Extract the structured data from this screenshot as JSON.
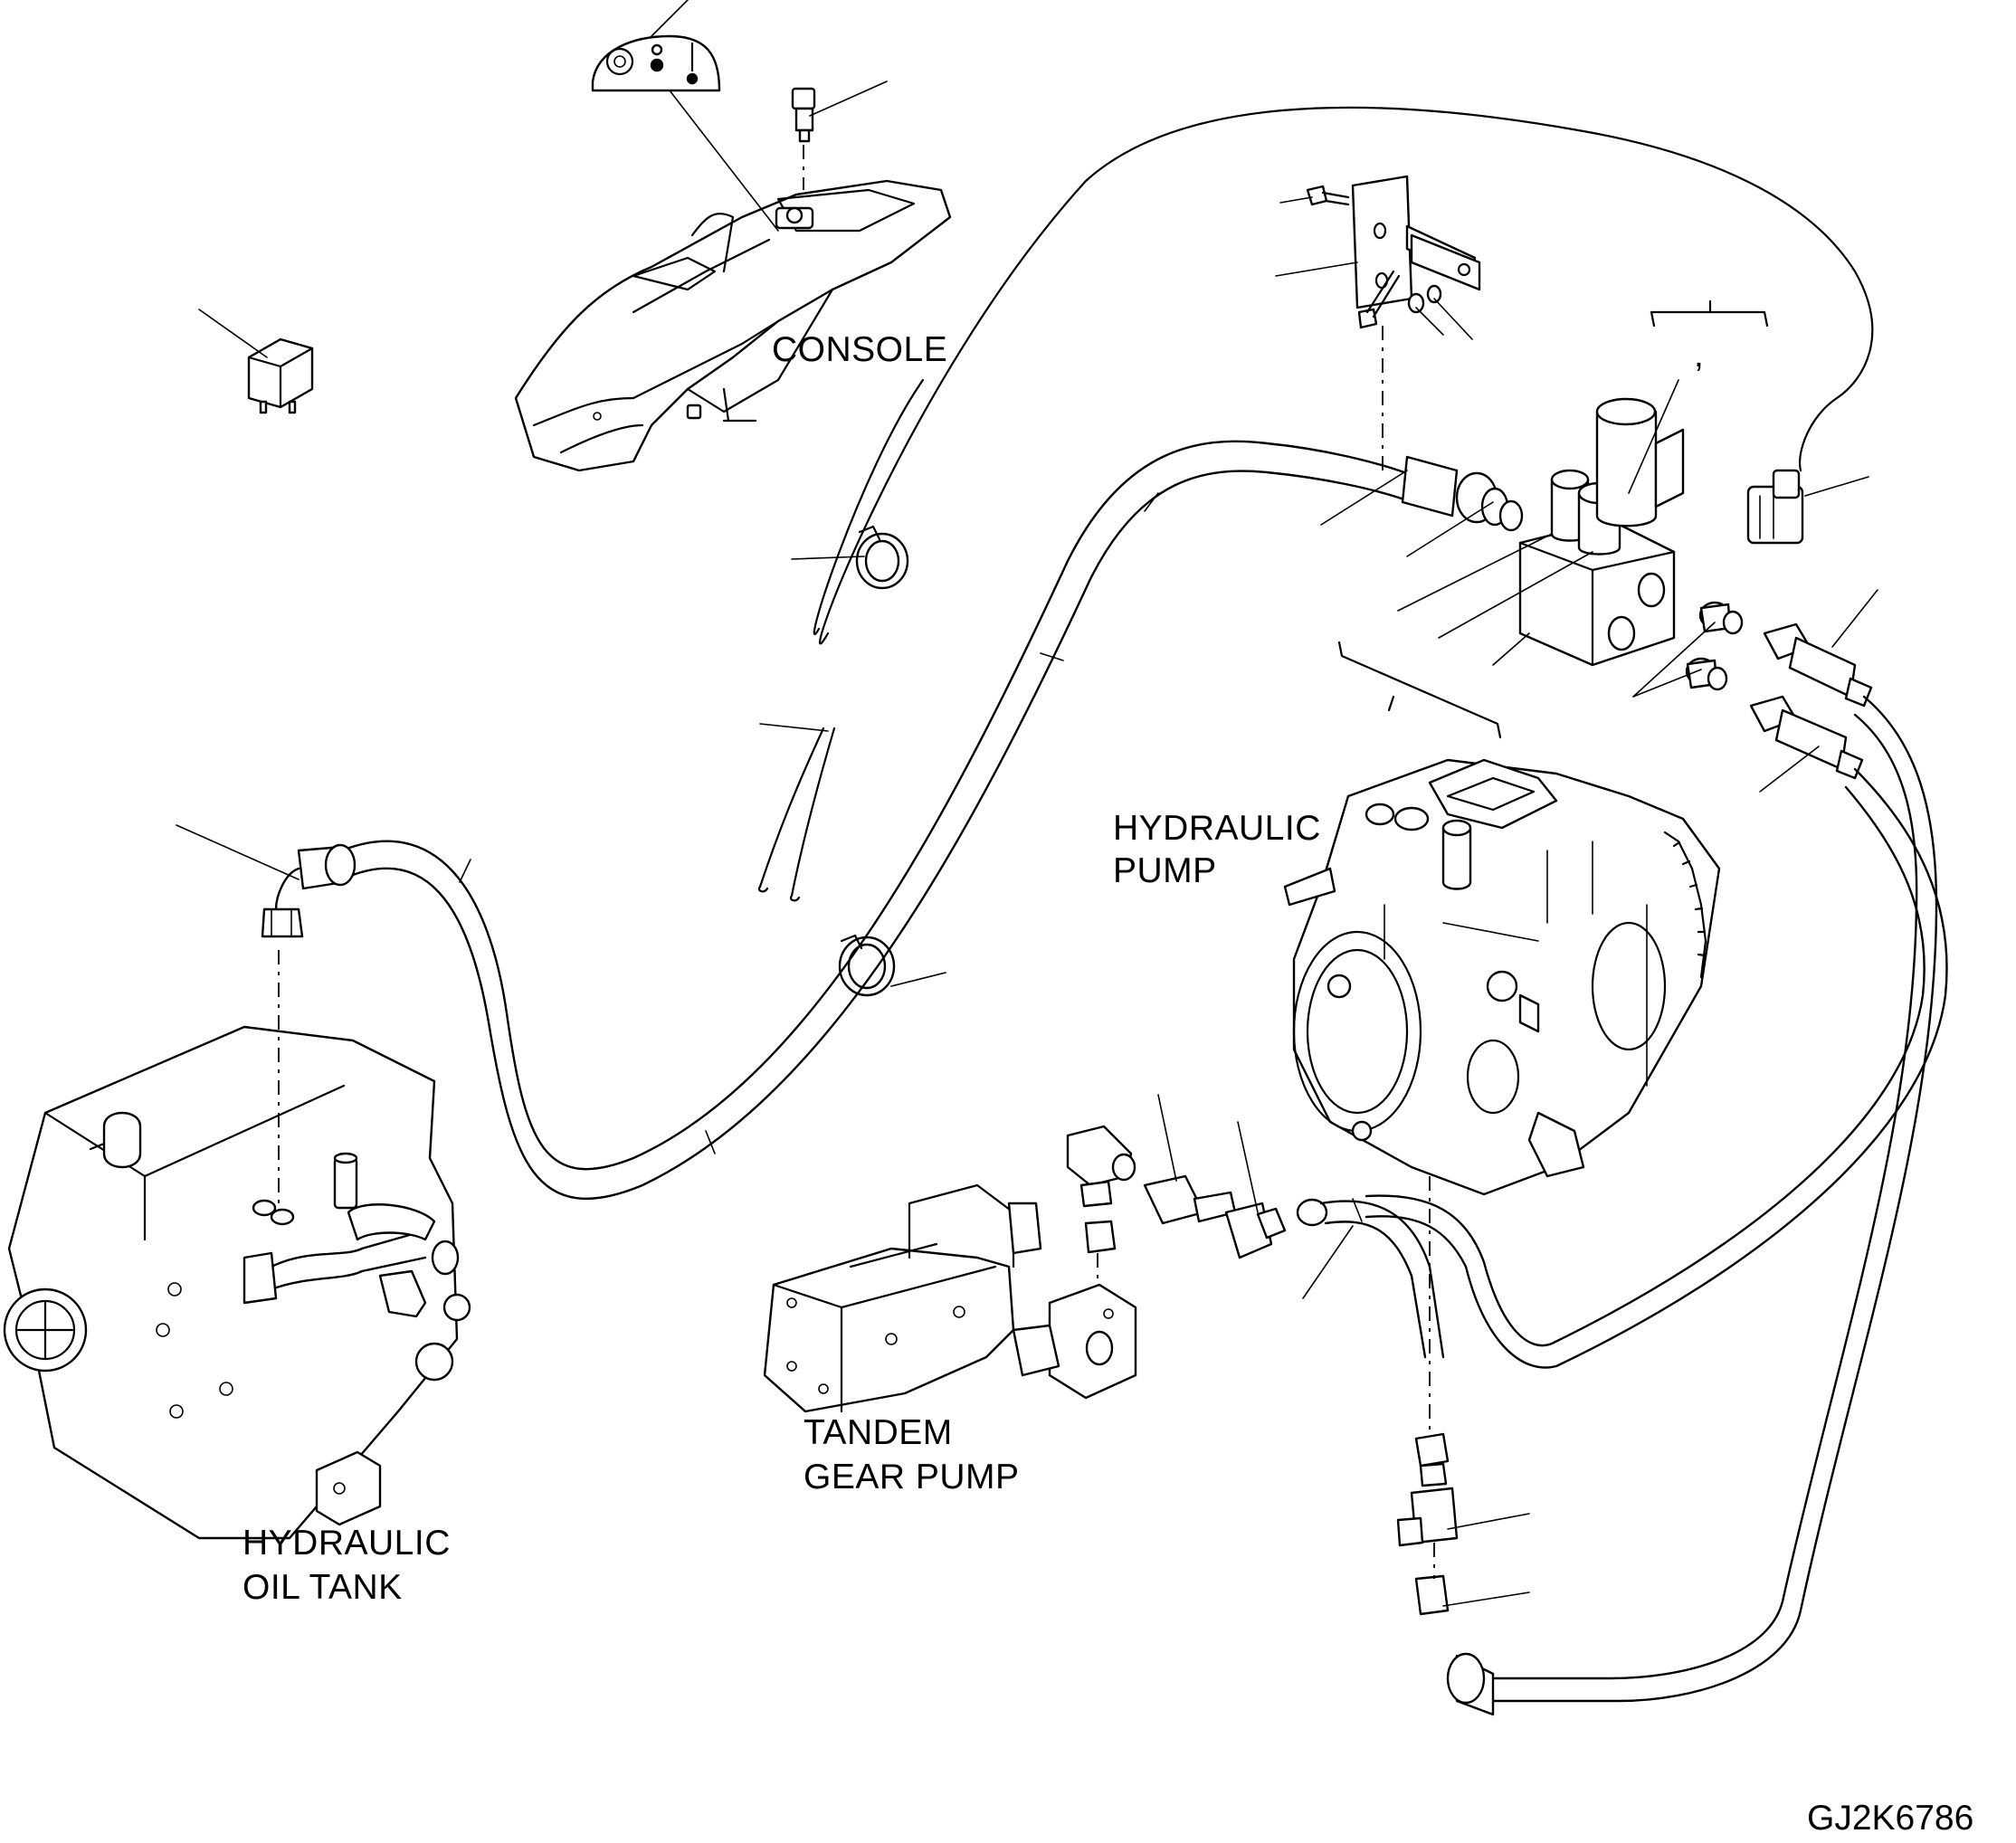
{
  "labels": {
    "console": "CONSOLE",
    "hydraulic_pump_line1": "HYDRAULIC",
    "hydraulic_pump_line2": "PUMP",
    "tandem_gear_pump_line1": "TANDEM",
    "tandem_gear_pump_line2": "GEAR PUMP",
    "hydraulic_oil_tank_line1": "HYDRAULIC",
    "hydraulic_oil_tank_line2": "OIL TANK",
    "comma_mark": ",",
    "drawing_code": "GJ2K6786"
  },
  "colors": {
    "ink": "#000000",
    "paper": "#ffffff"
  }
}
